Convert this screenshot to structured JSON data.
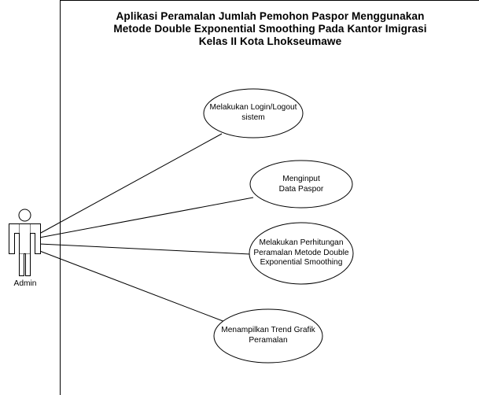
{
  "system": {
    "title_lines": [
      "Aplikasi Peramalan Jumlah Pemohon Paspor Menggunakan",
      "Metode Double Exponential Smoothing Pada Kantor Imigrasi",
      "Kelas II Kota Lhokseumawe"
    ]
  },
  "actor": {
    "label": "Admin",
    "icon": "stick-figure-actor-icon"
  },
  "use_cases": [
    {
      "id": "login-logout",
      "lines": [
        "Melakukan Login/Logout",
        "sistem"
      ]
    },
    {
      "id": "input-data-paspor",
      "lines": [
        "Menginput",
        "Data Paspor"
      ]
    },
    {
      "id": "perhitungan-peramalan",
      "lines": [
        "Melakukan Perhitungan",
        "Peramalan Metode Double",
        "Exponential Smoothing"
      ]
    },
    {
      "id": "trend-grafik",
      "lines": [
        "Menampilkan Trend Grafik",
        "Peramalan"
      ]
    }
  ],
  "colors": {
    "stroke": "#000000",
    "background": "#ffffff"
  }
}
